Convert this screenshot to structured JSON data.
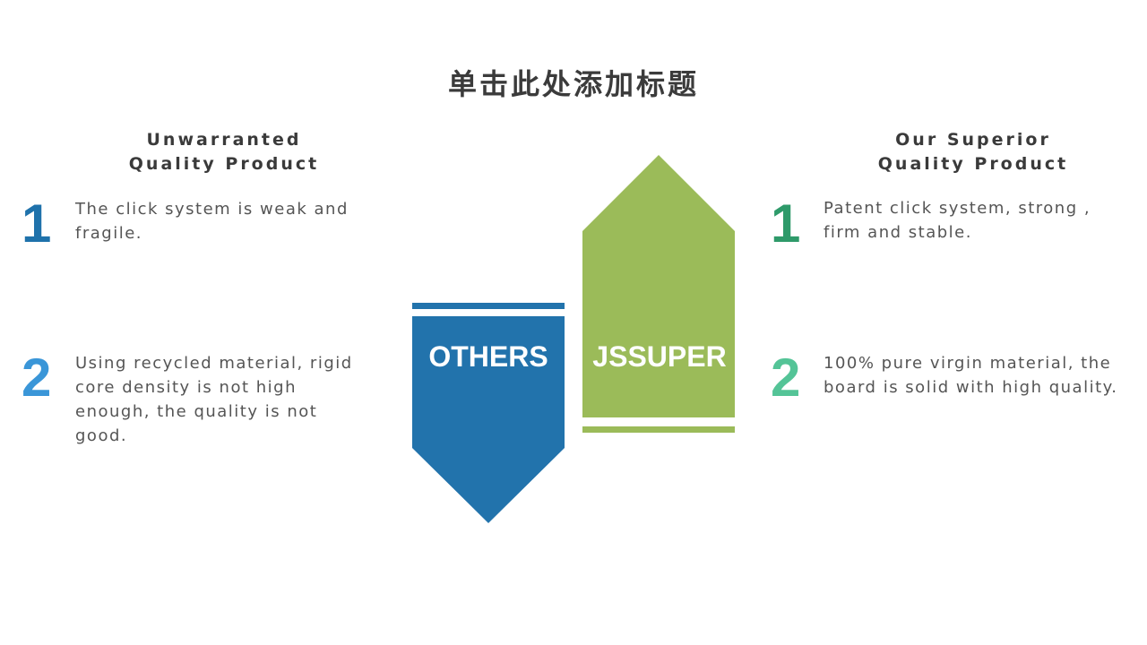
{
  "title": "单击此处添加标题",
  "left": {
    "heading_line1": "Unwarranted",
    "heading_line2": "Quality Product",
    "items": [
      {
        "number": "1",
        "text": "The click system is weak and fragile."
      },
      {
        "number": "2",
        "text": "Using recycled material, rigid core density is not high enough, the quality is not good."
      }
    ]
  },
  "right": {
    "heading_line1": "Our Superior",
    "heading_line2": "Quality Product",
    "items": [
      {
        "number": "1",
        "text": "Patent click system, strong , firm and stable."
      },
      {
        "number": "2",
        "text": "100% pure virgin material, the board is solid with high quality."
      }
    ]
  },
  "center": {
    "others_label": "OTHERS",
    "jssuper_label": "JSSUPER"
  },
  "colors": {
    "others_blue": "#2273ac",
    "jssuper_green": "#9bbb59",
    "left_num_1": "#1f72ab",
    "left_num_2": "#3a96d8",
    "right_num_1": "#2e9a6a",
    "right_num_2": "#54c497"
  }
}
